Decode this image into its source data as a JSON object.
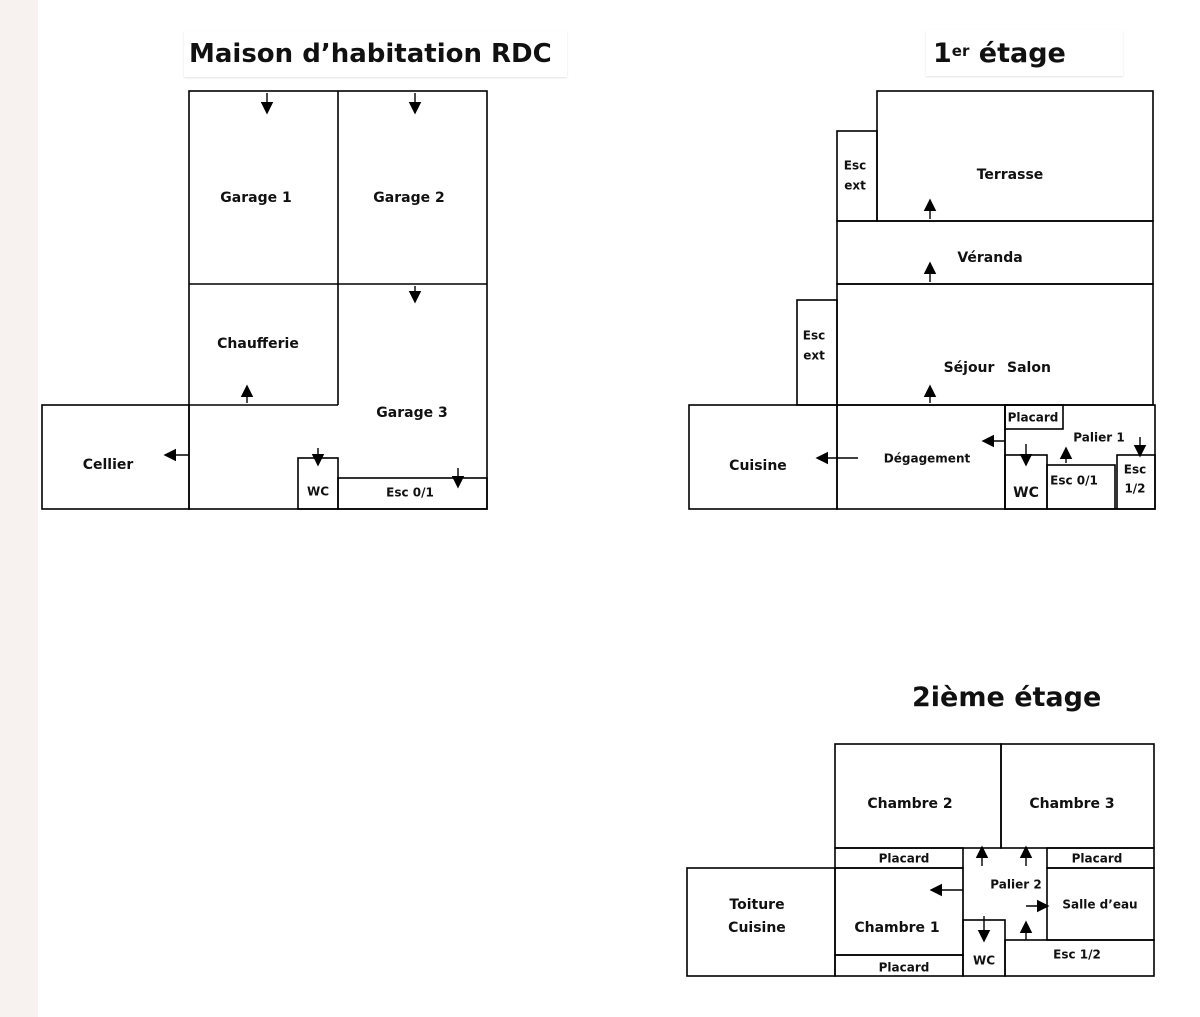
{
  "titles": {
    "rdc": "Maison d’habitation RDC",
    "floor1_prefix": "1",
    "floor1_sup": "er",
    "floor1_suffix": " étage",
    "floor2": "2ième étage"
  },
  "rdc": {
    "garage1": "Garage 1",
    "garage2": "Garage 2",
    "chaufferie": "Chaufferie",
    "garage3": "Garage 3",
    "cellier": "Cellier",
    "wc": "WC",
    "esc01": "Esc 0/1"
  },
  "floor1": {
    "esc_ext_a": "Esc",
    "esc_ext_b": "ext",
    "terrasse": "Terrasse",
    "veranda": "Véranda",
    "sejour": "Séjour",
    "salon": "Salon",
    "placard": "Placard",
    "palier1": "Palier 1",
    "cuisine": "Cuisine",
    "degagement": "Dégagement",
    "wc": "WC",
    "esc01": "Esc 0/1",
    "esc12_a": "Esc",
    "esc12_b": "1/2"
  },
  "floor2": {
    "chambre2": "Chambre 2",
    "chambre3": "Chambre 3",
    "placard": "Placard",
    "palier2": "Palier 2",
    "toiture": "Toiture",
    "cuisine": "Cuisine",
    "chambre1": "Chambre 1",
    "salle_deau": "Salle d’eau",
    "wc": "WC",
    "esc12": "Esc 1/2"
  }
}
